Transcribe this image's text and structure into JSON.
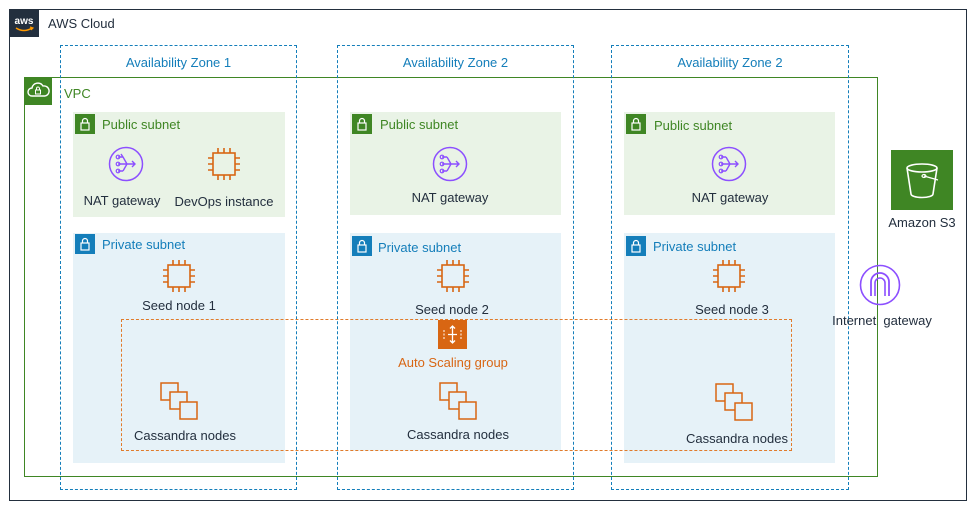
{
  "cloud": {
    "label": "AWS Cloud",
    "badge_text": "aws"
  },
  "vpc": {
    "label": "VPC"
  },
  "zones": [
    {
      "label": "Availability Zone 1"
    },
    {
      "label": "Availability Zone 2"
    },
    {
      "label": "Availability Zone 2"
    }
  ],
  "subnets": {
    "public_label": "Public subnet",
    "private_label": "Private subnet"
  },
  "nodes": {
    "nat": "NAT gateway",
    "devops": "DevOps instance",
    "seed1": "Seed node 1",
    "seed2": "Seed node 2",
    "seed3": "Seed node 3",
    "cassandra": "Cassandra nodes",
    "asg": "Auto Scaling group",
    "s3": "Amazon S3",
    "igw": "Internet  gateway"
  },
  "colors": {
    "cloud": "#232f3e",
    "zone": "#147eba",
    "vpc": "#3f8624",
    "compute": "#d86613",
    "network": "#8c4fff",
    "storage": "#3f8624"
  }
}
